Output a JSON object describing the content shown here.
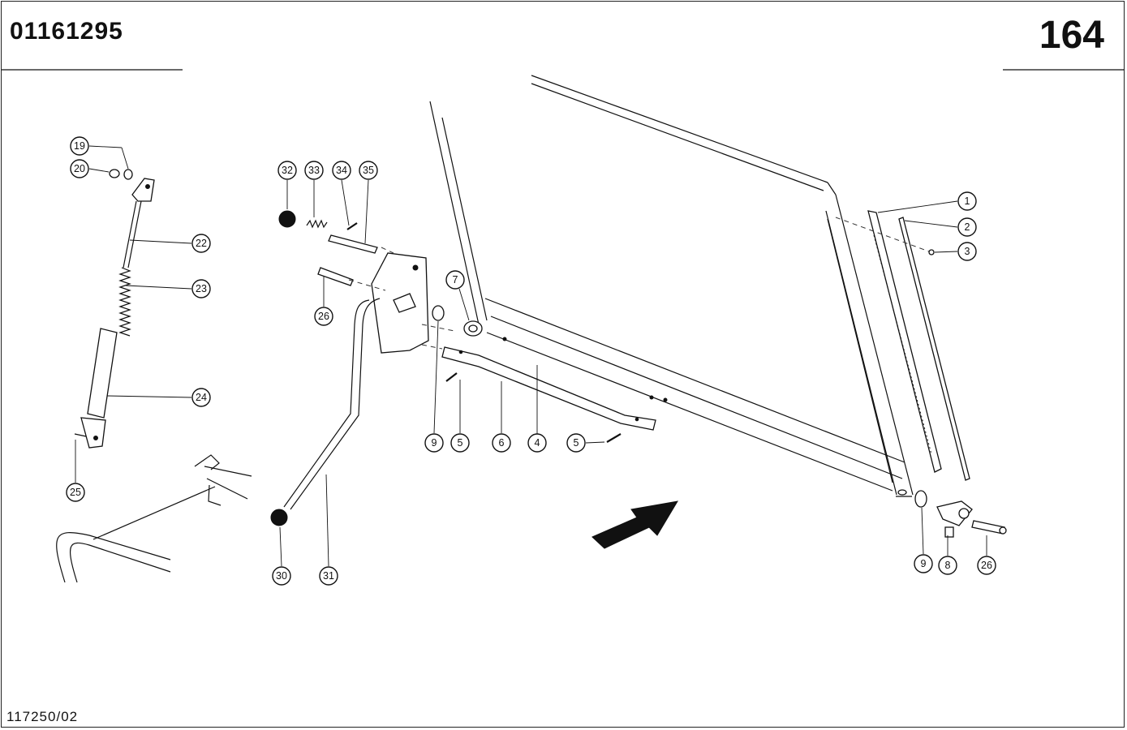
{
  "header": {
    "doc_number": "01161295",
    "page_number": "164"
  },
  "footer": {
    "drawing_number": "117250/02"
  },
  "callouts": [
    {
      "label": "1"
    },
    {
      "label": "2"
    },
    {
      "label": "3"
    },
    {
      "label": "4"
    },
    {
      "label": "5"
    },
    {
      "label": "5"
    },
    {
      "label": "6"
    },
    {
      "label": "7"
    },
    {
      "label": "8"
    },
    {
      "label": "9"
    },
    {
      "label": "9"
    },
    {
      "label": "19"
    },
    {
      "label": "20"
    },
    {
      "label": "22"
    },
    {
      "label": "23"
    },
    {
      "label": "24"
    },
    {
      "label": "25"
    },
    {
      "label": "26"
    },
    {
      "label": "26"
    },
    {
      "label": "30"
    },
    {
      "label": "31"
    },
    {
      "label": "32"
    },
    {
      "label": "33"
    },
    {
      "label": "34"
    },
    {
      "label": "35"
    }
  ],
  "colors": {
    "ink": "#111111",
    "paper": "#ffffff"
  }
}
